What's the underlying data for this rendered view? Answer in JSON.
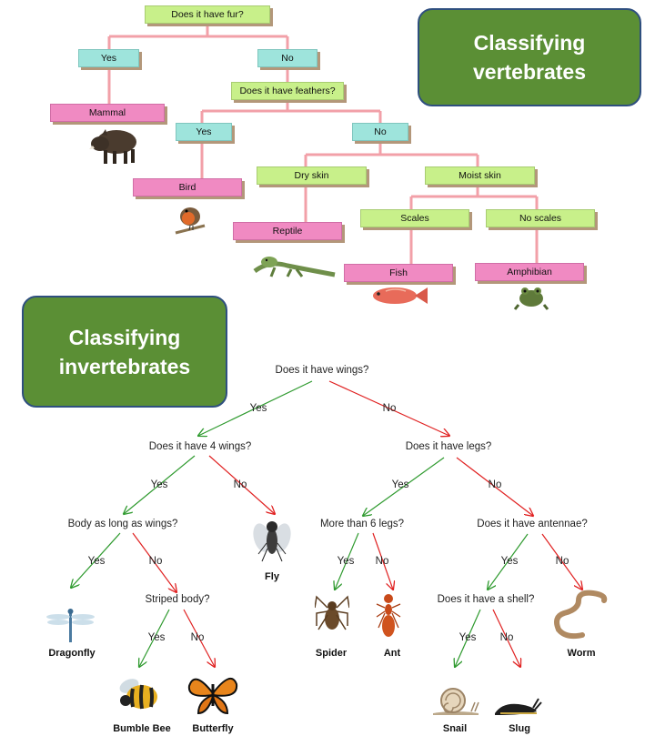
{
  "vertebrates": {
    "title": "Classifying\nvertebrates",
    "q_fur": "Does it have fur?",
    "yes1": "Yes",
    "no1": "No",
    "mammal": "Mammal",
    "q_feathers": "Does it have feathers?",
    "yes2": "Yes",
    "no2": "No",
    "bird": "Bird",
    "dry_skin": "Dry skin",
    "moist_skin": "Moist skin",
    "reptile": "Reptile",
    "scales": "Scales",
    "no_scales": "No scales",
    "fish": "Fish",
    "amphibian": "Amphibian"
  },
  "invertebrates": {
    "title": "Classifying\ninvertebrates",
    "q_wings": "Does it have wings?",
    "q_4wings": "Does it have 4 wings?",
    "q_legs": "Does it have legs?",
    "q_body": "Body as long as wings?",
    "q_6legs": "More than 6 legs?",
    "q_antennae": "Does it have antennae?",
    "q_striped": "Striped body?",
    "q_shell": "Does it have a shell?",
    "yes": "Yes",
    "no": "No",
    "fly": "Fly",
    "dragonfly": "Dragonfly",
    "spider": "Spider",
    "ant": "Ant",
    "worm": "Worm",
    "bumble_bee": "Bumble Bee",
    "butterfly": "Butterfly",
    "snail": "Snail",
    "slug": "Slug"
  },
  "colors": {
    "question": "#c8f08a",
    "answer": "#9ee4dc",
    "result": "#f08ac2",
    "connector": "#f2a0a8",
    "yes_arrow": "#2e9a2e",
    "no_arrow": "#e02020",
    "title_bg": "#5b8f35"
  }
}
